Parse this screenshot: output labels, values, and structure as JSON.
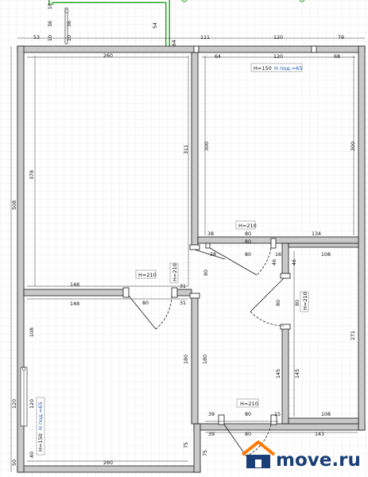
{
  "colors": {
    "grid": "#e6e6e6",
    "wall_fill": "#c9c9c9",
    "wall_stroke": "#1a1a1a",
    "balcony_stroke": "#26a626",
    "blue_text": "#1f55b5",
    "watermark_text": "#1a3f78",
    "watermark_house": "#ff7a00"
  },
  "labels": {
    "balcony_dims": [
      "18",
      "36",
      "36",
      "10",
      "10",
      "54",
      "64",
      "53"
    ],
    "top_outer": [
      "53",
      "111",
      "120",
      "79"
    ],
    "room_a": {
      "top": "260",
      "left": "378",
      "right": "311",
      "bottom": "148"
    },
    "outer_left": "508",
    "room_b": {
      "top_a": "64",
      "top_b": "120",
      "top_c": "68",
      "left": "300",
      "right": "300",
      "bottom_a": "80",
      "bottom_b": "134"
    },
    "room_b_window": {
      "height": "H=150",
      "sill": "H под.=65"
    },
    "door_room_b": "H=210",
    "door_room_a": "H=210",
    "door_room_a_side": "H=210",
    "hall_dims": [
      "38",
      "38",
      "80",
      "80",
      "46",
      "46",
      "16",
      "31",
      "31",
      "80",
      "80",
      "80",
      "80"
    ],
    "room_c": {
      "top": "148",
      "left": "108",
      "right": "180",
      "bottom": "260",
      "left_inner": "120"
    },
    "room_c_window": {
      "height": "H=150",
      "sill": "H под.=65"
    },
    "room_c_lower": [
      "50",
      "40",
      "120",
      "75"
    ],
    "small_room": {
      "top": "108",
      "right": "271",
      "bottom": "108",
      "left": "145",
      "left2": "145"
    },
    "door_small": "H=210",
    "door_bottom": "H=210",
    "bottom_dims": [
      "39",
      "80",
      "15",
      "39",
      "80",
      "143"
    ],
    "watermark": "move.ru"
  }
}
